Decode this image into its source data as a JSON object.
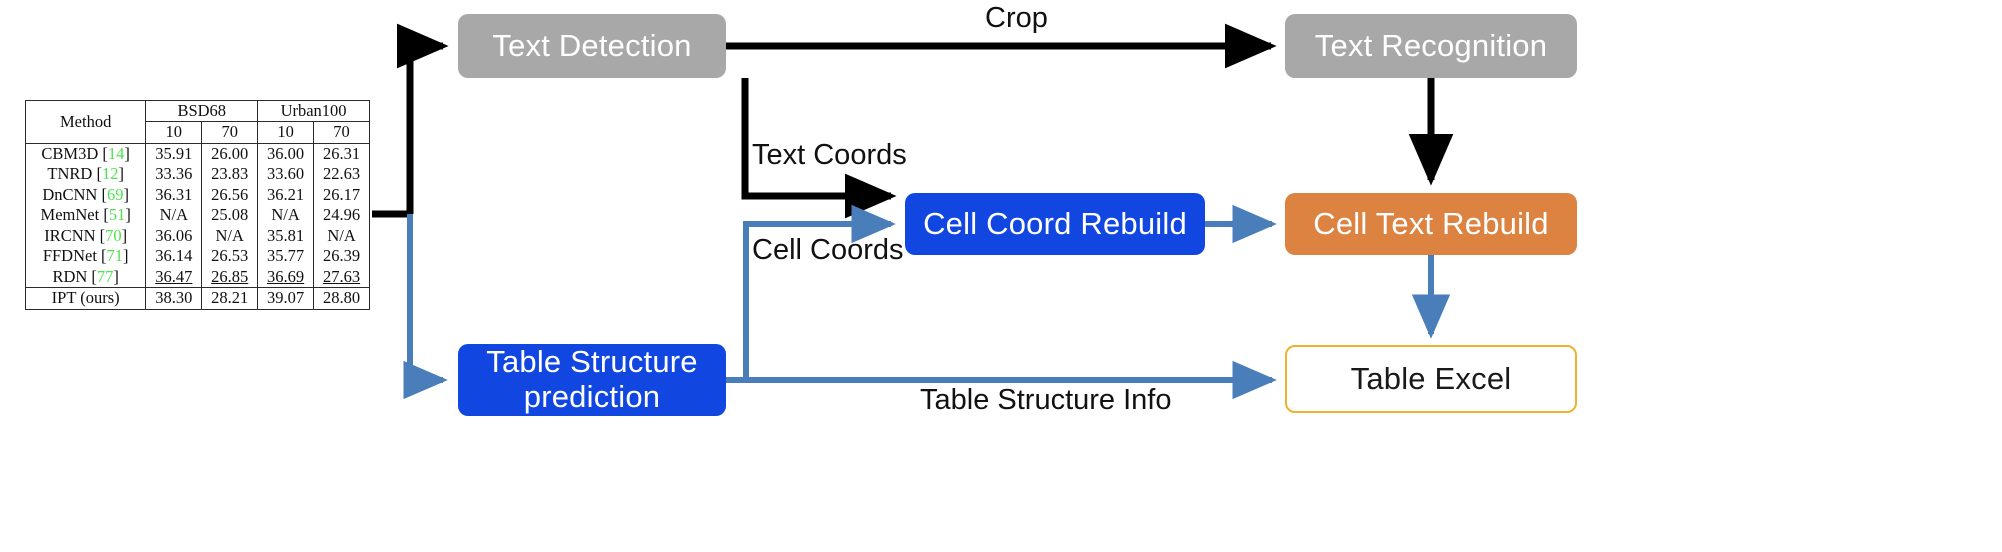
{
  "diagram": {
    "title": "Table recognition pipeline",
    "colors": {
      "gray_node": "#a8a8a8",
      "blue_node": "#1147e0",
      "orange_node": "#dd8342",
      "excel_border": "#efb130",
      "black_arrow": "#000000",
      "blue_arrow": "#4a7ebb",
      "citation_green": "#4ee24e"
    },
    "nodes": [
      {
        "id": "text-detection",
        "label": "Text Detection",
        "style": "gray"
      },
      {
        "id": "text-recognition",
        "label": "Text Recognition",
        "style": "gray"
      },
      {
        "id": "cell-coord",
        "label": "Cell Coord Rebuild",
        "style": "blue"
      },
      {
        "id": "cell-text",
        "label": "Cell Text Rebuild",
        "style": "orange"
      },
      {
        "id": "table-structure",
        "label_line1": "Table Structure",
        "label_line2": "prediction",
        "style": "blue"
      },
      {
        "id": "table-excel",
        "label": "Table Excel",
        "style": "outline"
      }
    ],
    "edge_labels": {
      "crop": "Crop",
      "text_coords": "Text Coords",
      "cell_coords": "Cell Coords",
      "table_structure_info": "Table Structure Info"
    }
  },
  "table_image": {
    "caption": "",
    "column_headers_top": [
      "Method",
      "BSD68",
      "Urban100"
    ],
    "column_headers_sub": [
      "10",
      "70",
      "10",
      "70"
    ],
    "rows": [
      {
        "method": "CBM3D",
        "cite": "14",
        "values": [
          "35.91",
          "26.00",
          "36.00",
          "26.31"
        ]
      },
      {
        "method": "TNRD",
        "cite": "12",
        "values": [
          "33.36",
          "23.83",
          "33.60",
          "22.63"
        ]
      },
      {
        "method": "DnCNN",
        "cite": "69",
        "values": [
          "36.31",
          "26.56",
          "36.21",
          "26.17"
        ]
      },
      {
        "method": "MemNet",
        "cite": "51",
        "values": [
          "N/A",
          "25.08",
          "N/A",
          "24.96"
        ]
      },
      {
        "method": "IRCNN",
        "cite": "70",
        "values": [
          "36.06",
          "N/A",
          "35.81",
          "N/A"
        ]
      },
      {
        "method": "FFDNet",
        "cite": "71",
        "values": [
          "36.14",
          "26.53",
          "35.77",
          "26.39"
        ]
      },
      {
        "method": "RDN",
        "cite": "77",
        "values": [
          "36.47",
          "26.85",
          "36.69",
          "27.63"
        ]
      }
    ],
    "final_row": {
      "method": "IPT (ours)",
      "values": [
        "38.30",
        "28.21",
        "39.07",
        "28.80"
      ]
    }
  }
}
